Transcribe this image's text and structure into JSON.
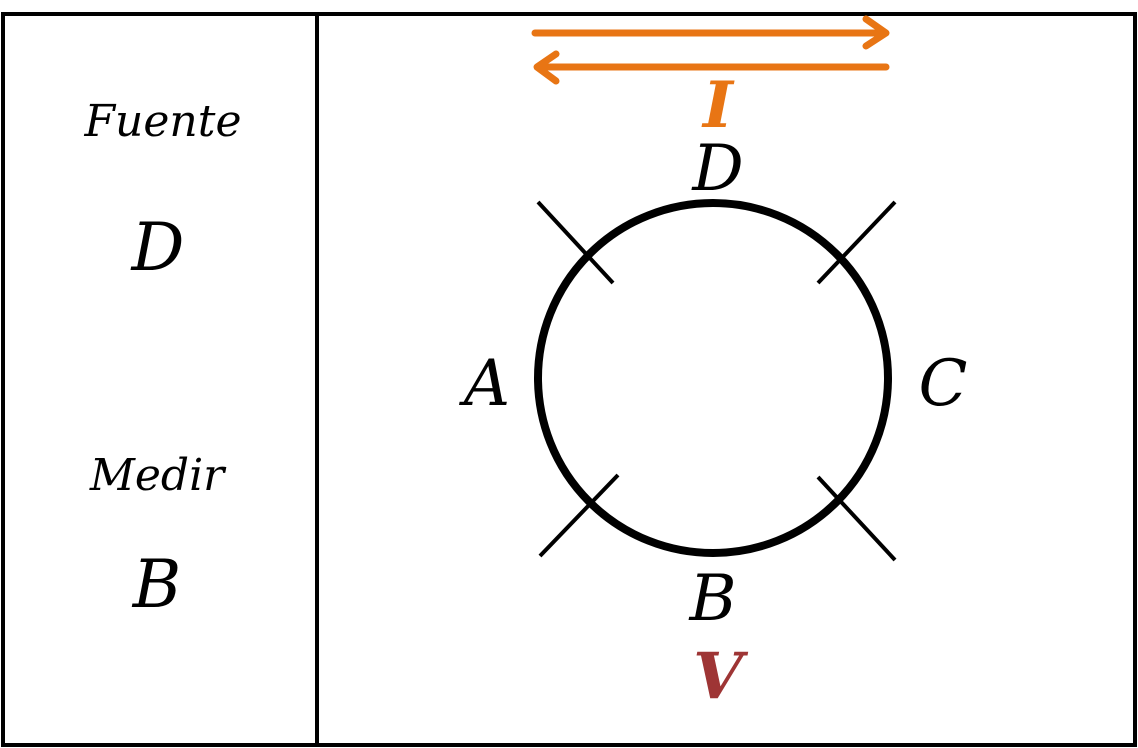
{
  "left_panel": {
    "source_label": "Fuente",
    "source_value": "D",
    "measure_label": "Medir",
    "measure_value": "B"
  },
  "diagram": {
    "labels": {
      "top": "D",
      "left": "A",
      "right": "C",
      "bottom": "B"
    },
    "current_label": "I",
    "voltage_label": "V"
  },
  "colors": {
    "current": "#E87514",
    "voltage": "#9E3535",
    "ink": "#000000",
    "background": "#ffffff"
  }
}
